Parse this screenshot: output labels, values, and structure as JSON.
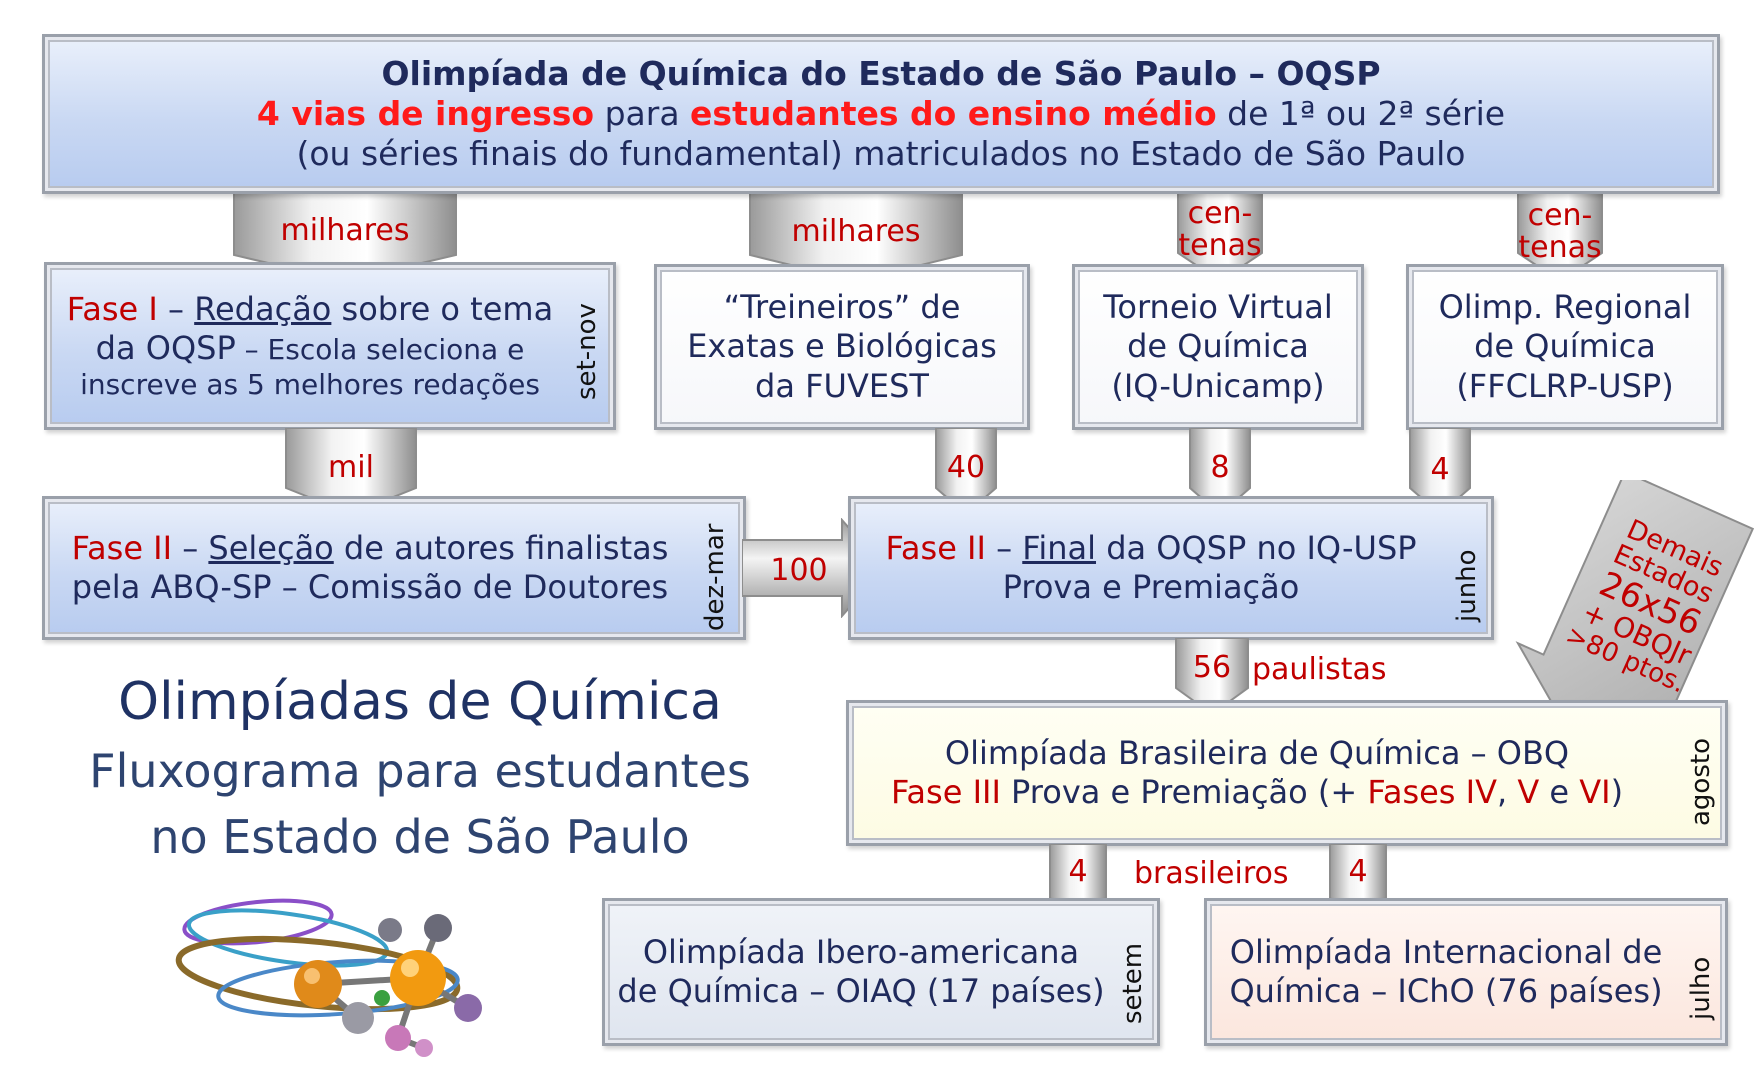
{
  "header": {
    "line1": "Olimpíada de Química do Estado de São Paulo – OQSP",
    "line2_a": "4 vias de ingresso",
    "line2_b": " para ",
    "line2_c": "estudantes do ensino médio",
    "line2_d": " de 1ª ou 2ª série",
    "line3": "(ou séries finais do fundamental) matriculados no Estado de São Paulo"
  },
  "arrows": {
    "a1": "milhares",
    "a2": "milhares",
    "a3_1": "cen-",
    "a3_2": "tenas",
    "a4_1": "cen-",
    "a4_2": "tenas",
    "mil": "mil",
    "n40": "40",
    "n8": "8",
    "n4": "4",
    "n100": "100",
    "n56": "56",
    "paulistas": "paulistas",
    "brasileiros": "brasileiros",
    "n4a": "4",
    "n4b": "4"
  },
  "fase1": {
    "fase": "Fase I",
    "dash": " – ",
    "redacao": "Redação",
    "rest1": " sobre o tema",
    "line2a": "da OQSP",
    "line2b": " – Escola seleciona e",
    "line3": "inscreve as 5 melhores redações",
    "period": "set-nov"
  },
  "treineiros": {
    "line1": "“Treineiros” de",
    "line2": "Exatas e Biológicas",
    "line3": "da FUVEST"
  },
  "torneio": {
    "line1": "Torneio Virtual",
    "line2": "de Química",
    "line3": "(IQ-Unicamp)"
  },
  "regional": {
    "line1": "Olimp. Regional",
    "line2": "de Química",
    "line3": "(FFCLRP-USP)"
  },
  "fase2a": {
    "fase": "Fase II",
    "dash": " – ",
    "selecao": "Seleção",
    "rest1": " de autores finalistas",
    "line2": "pela ABQ-SP – Comissão de Doutores",
    "period": "dez-mar"
  },
  "fase2b": {
    "fase": "Fase II",
    "dash": " – ",
    "final": "Final",
    "rest1": " da OQSP no IQ-USP",
    "line2": "Prova e Premiação",
    "period": "junho"
  },
  "demais": {
    "l1": "Demais",
    "l2": "Estados",
    "l3": "26x56",
    "l4": "+ OBQJr",
    "l5": ">80 ptos."
  },
  "obq": {
    "line1": "Olimpíada Brasileira de Química – OBQ",
    "fase3": "Fase III",
    "mid": " Prova e Premiação (+ ",
    "fases": "Fases IV",
    "comma": ", ",
    "v": "V",
    "e": " e ",
    "vi": "VI",
    "close": ")",
    "period": "agosto"
  },
  "oiaq": {
    "line1": "Olimpíada Ibero-americana",
    "line2": "de Química – OIAQ (17 países)",
    "period": "setem"
  },
  "icho": {
    "line1": "Olimpíada Internacional de",
    "line2": "Química – IChO (76 países)",
    "period": "julho"
  },
  "title": {
    "line1": "Olimpíadas de Química",
    "line2": "Fluxograma para estudantes",
    "line3": "no Estado de São Paulo"
  },
  "colors": {
    "navy": "#1f2a5c",
    "red": "#c00000",
    "bright_red": "#ff1a1a",
    "box_blue": "#c9d8f3"
  }
}
